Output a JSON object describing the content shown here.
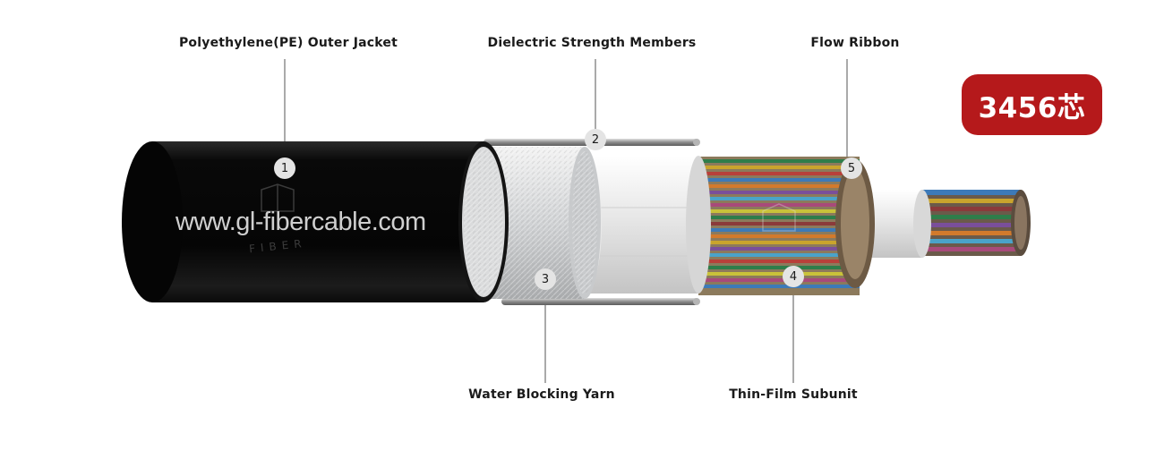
{
  "badge": {
    "text": "3456芯",
    "color": "#b5191b"
  },
  "watermark": {
    "url": "www.gl-fibercable.com",
    "brand": "FIBER"
  },
  "callouts": [
    {
      "number": "1",
      "label": "Polyethylene(PE) Outer Jacket"
    },
    {
      "number": "2",
      "label": "Dielectric Strength Members"
    },
    {
      "number": "3",
      "label": "Water Blocking Yarn"
    },
    {
      "number": "4",
      "label": "Thin-Film Subunit"
    },
    {
      "number": "5",
      "label": "Flow Ribbon"
    }
  ],
  "colors": {
    "jacket": "#0b0b0b",
    "yarn": "#d9dadc",
    "subunit": "#e8e8e8",
    "callout_circle": "#e4e4e4",
    "leader_line": "#555555"
  }
}
